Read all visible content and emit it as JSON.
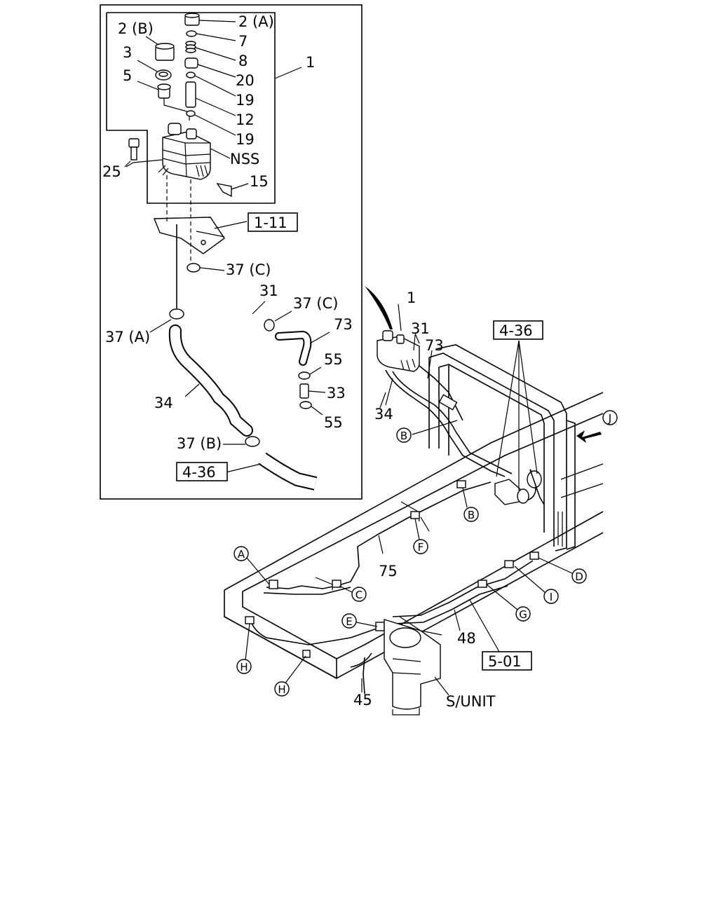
{
  "detail_labels": {
    "p2a": "2 (A)",
    "p2b": "2 (B)",
    "p7": "7",
    "p8": "8",
    "p3": "3",
    "p20": "20",
    "p5": "5",
    "p19a": "19",
    "p12": "12",
    "p19b": "19",
    "p1": "1",
    "pNSS": "NSS",
    "p25": "25",
    "p15": "15",
    "p37c1": "37 (C)",
    "p31": "31",
    "p37c2": "37 (C)",
    "p73": "73",
    "p37a": "37 (A)",
    "p55a": "55",
    "p33": "33",
    "p34": "34",
    "p55b": "55",
    "p37b": "37 (B)"
  },
  "reference_boxes": {
    "r111": "1-11",
    "r436a": "4-36",
    "r436b": "4-36",
    "r501": "5-01"
  },
  "main_labels": {
    "m1": "1",
    "m31": "31",
    "m73": "73",
    "m34": "34",
    "m75": "75",
    "m48": "48",
    "m45": "45",
    "sunit": "S/UNIT"
  },
  "circle_markers": {
    "J": "J",
    "B1": "B",
    "B2": "B",
    "F": "F",
    "A": "A",
    "C": "C",
    "D": "D",
    "I": "I",
    "G": "G",
    "E": "E",
    "H1": "H",
    "H2": "H"
  }
}
